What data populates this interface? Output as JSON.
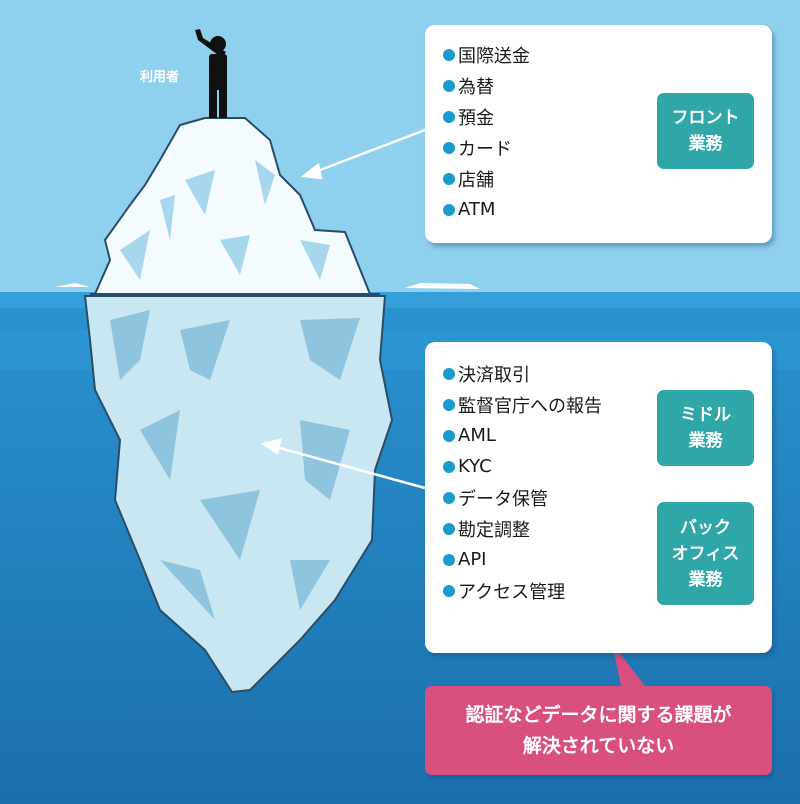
{
  "user_label": "利用者",
  "front": {
    "items": [
      "国際送金",
      "為替",
      "預金",
      "カード",
      "店舗",
      "ATM"
    ],
    "badge_line1": "フロント",
    "badge_line2": "業務"
  },
  "back": {
    "items": [
      "決済取引",
      "監督官庁への報告",
      "AML",
      "KYC",
      "データ保管",
      "勘定調整",
      "API",
      "アクセス管理"
    ],
    "middle_badge_line1": "ミドル",
    "middle_badge_line2": "業務",
    "back_badge_line1": "バック",
    "back_badge_line2": "オフィス",
    "back_badge_line3": "業務"
  },
  "alert": {
    "line1": "認証などデータに関する課題が",
    "line2": "解決されていない"
  },
  "colors": {
    "sky": "#8fd0ef",
    "water_top": "#2a93d0",
    "water_bottom": "#1b6fab",
    "badge": "#2fa7a8",
    "bullet": "#1a9bd0",
    "alert": "#d94f7e"
  }
}
